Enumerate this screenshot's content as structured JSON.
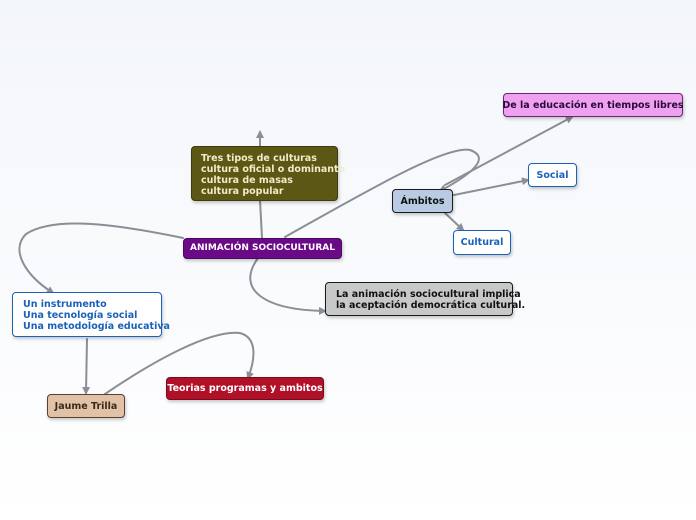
{
  "mindmap": {
    "central": {
      "label": "ANIMACIÓN SOCIOCULTURAL",
      "color": "#6a0a86"
    },
    "nodes": {
      "tres_tipos": {
        "lines": [
          "Tres tipos de culturas",
          "cultura oficial o dominante",
          "cultura de masas",
          "cultura popular"
        ],
        "color": "#5c5714"
      },
      "ambitos": {
        "label": "Ámbitos",
        "color": "#b9cbe2"
      },
      "educacion": {
        "label": "De la educación en tiempos libres",
        "color": "#f0a0f0"
      },
      "social": {
        "label": "Social",
        "color": "#1a62b8"
      },
      "cultural": {
        "label": "Cultural",
        "color": "#1a62b8"
      },
      "implica": {
        "lines": [
          "La animación sociocultural implica",
          "la aceptación democrática cultural."
        ],
        "color": "#c8c8c8"
      },
      "instrumento": {
        "lines": [
          "Un instrumento",
          "Una tecnología social",
          "Una metodología educativa"
        ],
        "color": "#1a62b8"
      },
      "teorias": {
        "label": "Teorias programas y ambitos",
        "color": "#b01028"
      },
      "jaume": {
        "label": "Jaume Trilla",
        "color": "#e2c2a6"
      }
    },
    "connector_color": "#8a8e96"
  }
}
